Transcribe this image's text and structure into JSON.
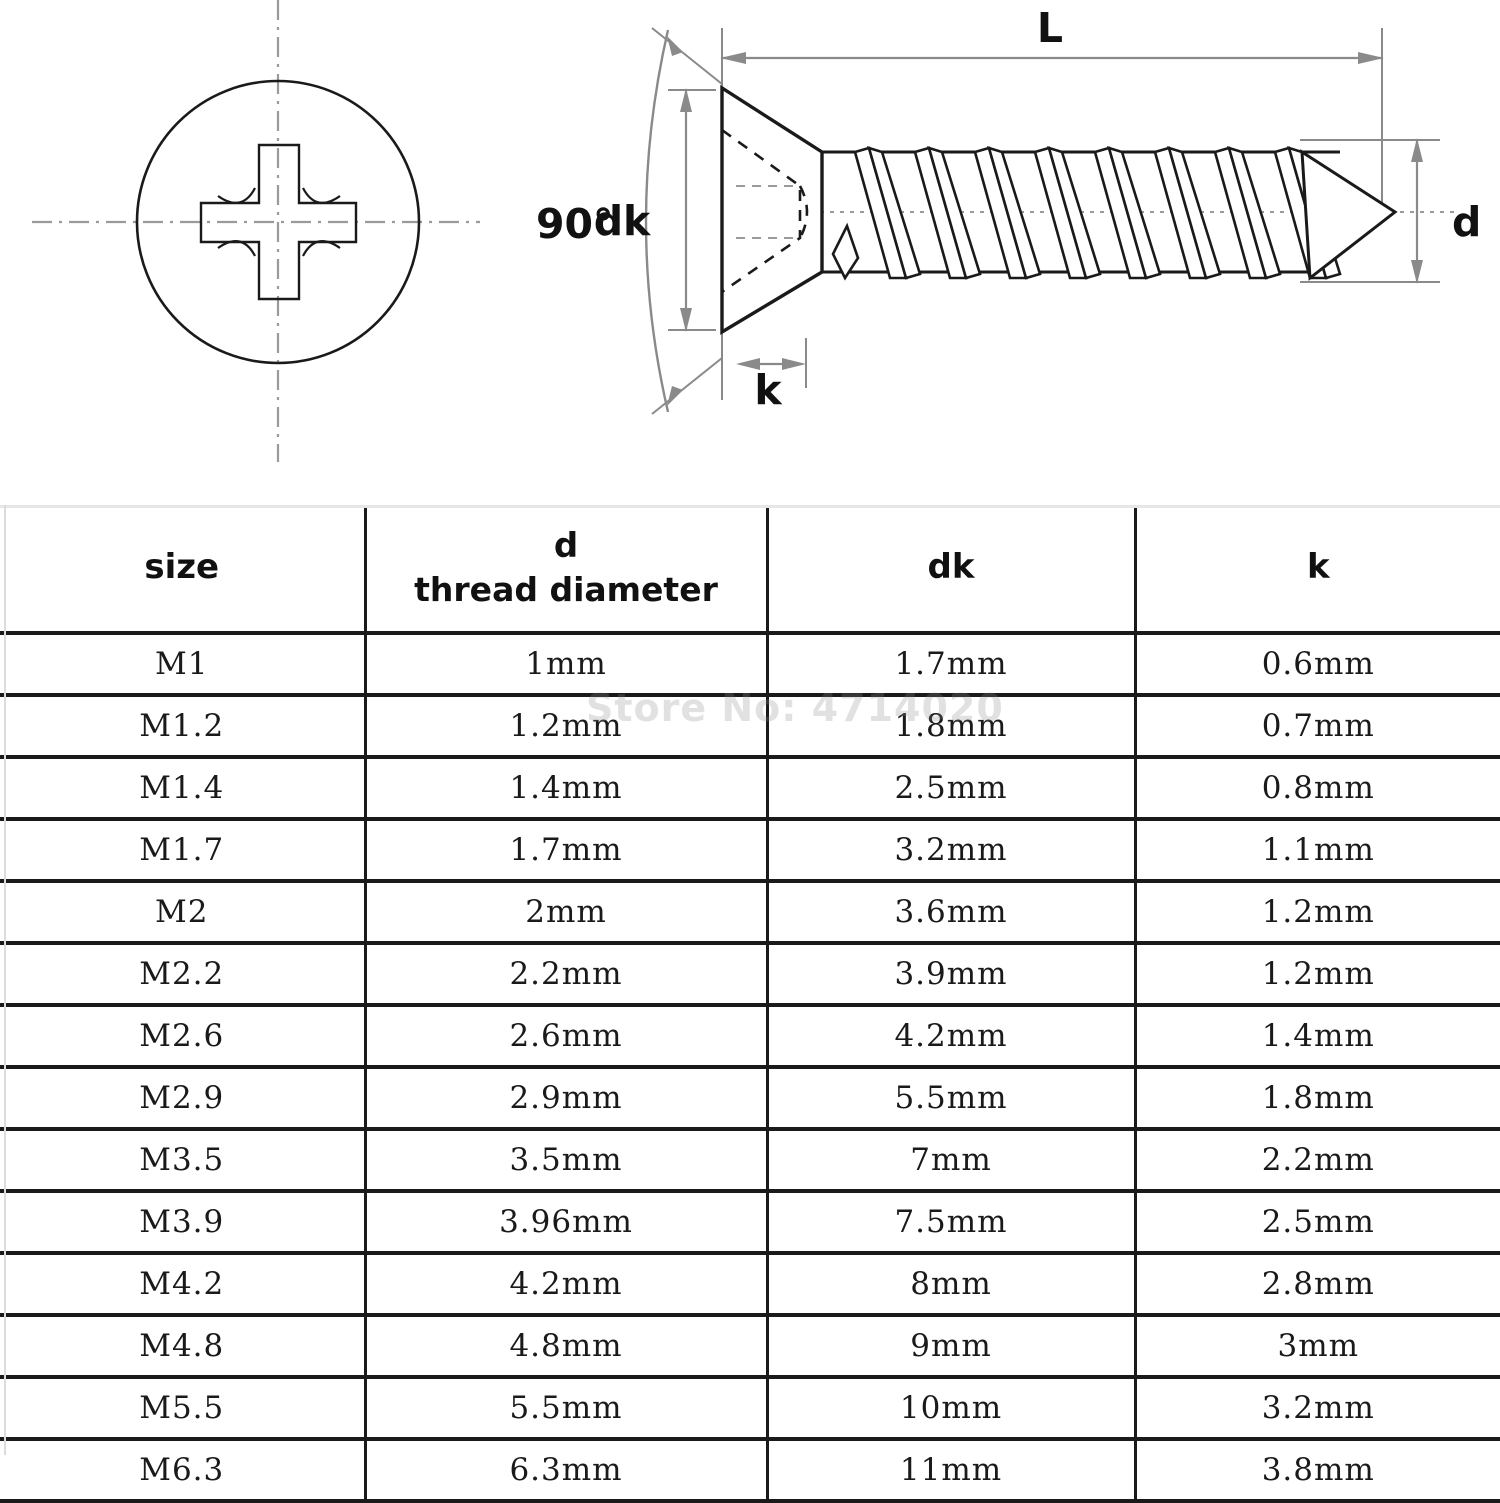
{
  "diagram": {
    "title_labels": {
      "angle": "90°",
      "head_diameter": "dk",
      "head_height": "k",
      "length": "L",
      "thread_diameter": "d"
    },
    "views": {
      "top_view_name": "phillips-cross-recess-head-top-view",
      "side_view_name": "countersunk-self-tapping-screw-side-view"
    }
  },
  "watermark": {
    "text": "Store No: 4714020"
  },
  "table": {
    "columns": [
      {
        "key": "size",
        "label": "size",
        "sublabel": ""
      },
      {
        "key": "d",
        "label": "d",
        "sublabel": "thread diameter"
      },
      {
        "key": "dk",
        "label": "dk",
        "sublabel": ""
      },
      {
        "key": "k",
        "label": "k",
        "sublabel": ""
      }
    ],
    "rows": [
      {
        "size": "M1",
        "d": "1mm",
        "dk": "1.7mm",
        "k": "0.6mm"
      },
      {
        "size": "M1.2",
        "d": "1.2mm",
        "dk": "1.8mm",
        "k": "0.7mm"
      },
      {
        "size": "M1.4",
        "d": "1.4mm",
        "dk": "2.5mm",
        "k": "0.8mm"
      },
      {
        "size": "M1.7",
        "d": "1.7mm",
        "dk": "3.2mm",
        "k": "1.1mm"
      },
      {
        "size": "M2",
        "d": "2mm",
        "dk": "3.6mm",
        "k": "1.2mm"
      },
      {
        "size": "M2.2",
        "d": "2.2mm",
        "dk": "3.9mm",
        "k": "1.2mm"
      },
      {
        "size": "M2.6",
        "d": "2.6mm",
        "dk": "4.2mm",
        "k": "1.4mm"
      },
      {
        "size": "M2.9",
        "d": "2.9mm",
        "dk": "5.5mm",
        "k": "1.8mm"
      },
      {
        "size": "M3.5",
        "d": "3.5mm",
        "dk": "7mm",
        "k": "2.2mm"
      },
      {
        "size": "M3.9",
        "d": "3.96mm",
        "dk": "7.5mm",
        "k": "2.5mm"
      },
      {
        "size": "M4.2",
        "d": "4.2mm",
        "dk": "8mm",
        "k": "2.8mm"
      },
      {
        "size": "M4.8",
        "d": "4.8mm",
        "dk": "9mm",
        "k": "3mm"
      },
      {
        "size": "M5.5",
        "d": "5.5mm",
        "dk": "10mm",
        "k": "3.2mm"
      },
      {
        "size": "M6.3",
        "d": "6.3mm",
        "dk": "11mm",
        "k": "3.8mm"
      }
    ]
  },
  "colors": {
    "line": "#1a1a1a",
    "dimension_line": "#8a8a8a",
    "background": "#ffffff",
    "watermark": "#8c8c8c"
  }
}
